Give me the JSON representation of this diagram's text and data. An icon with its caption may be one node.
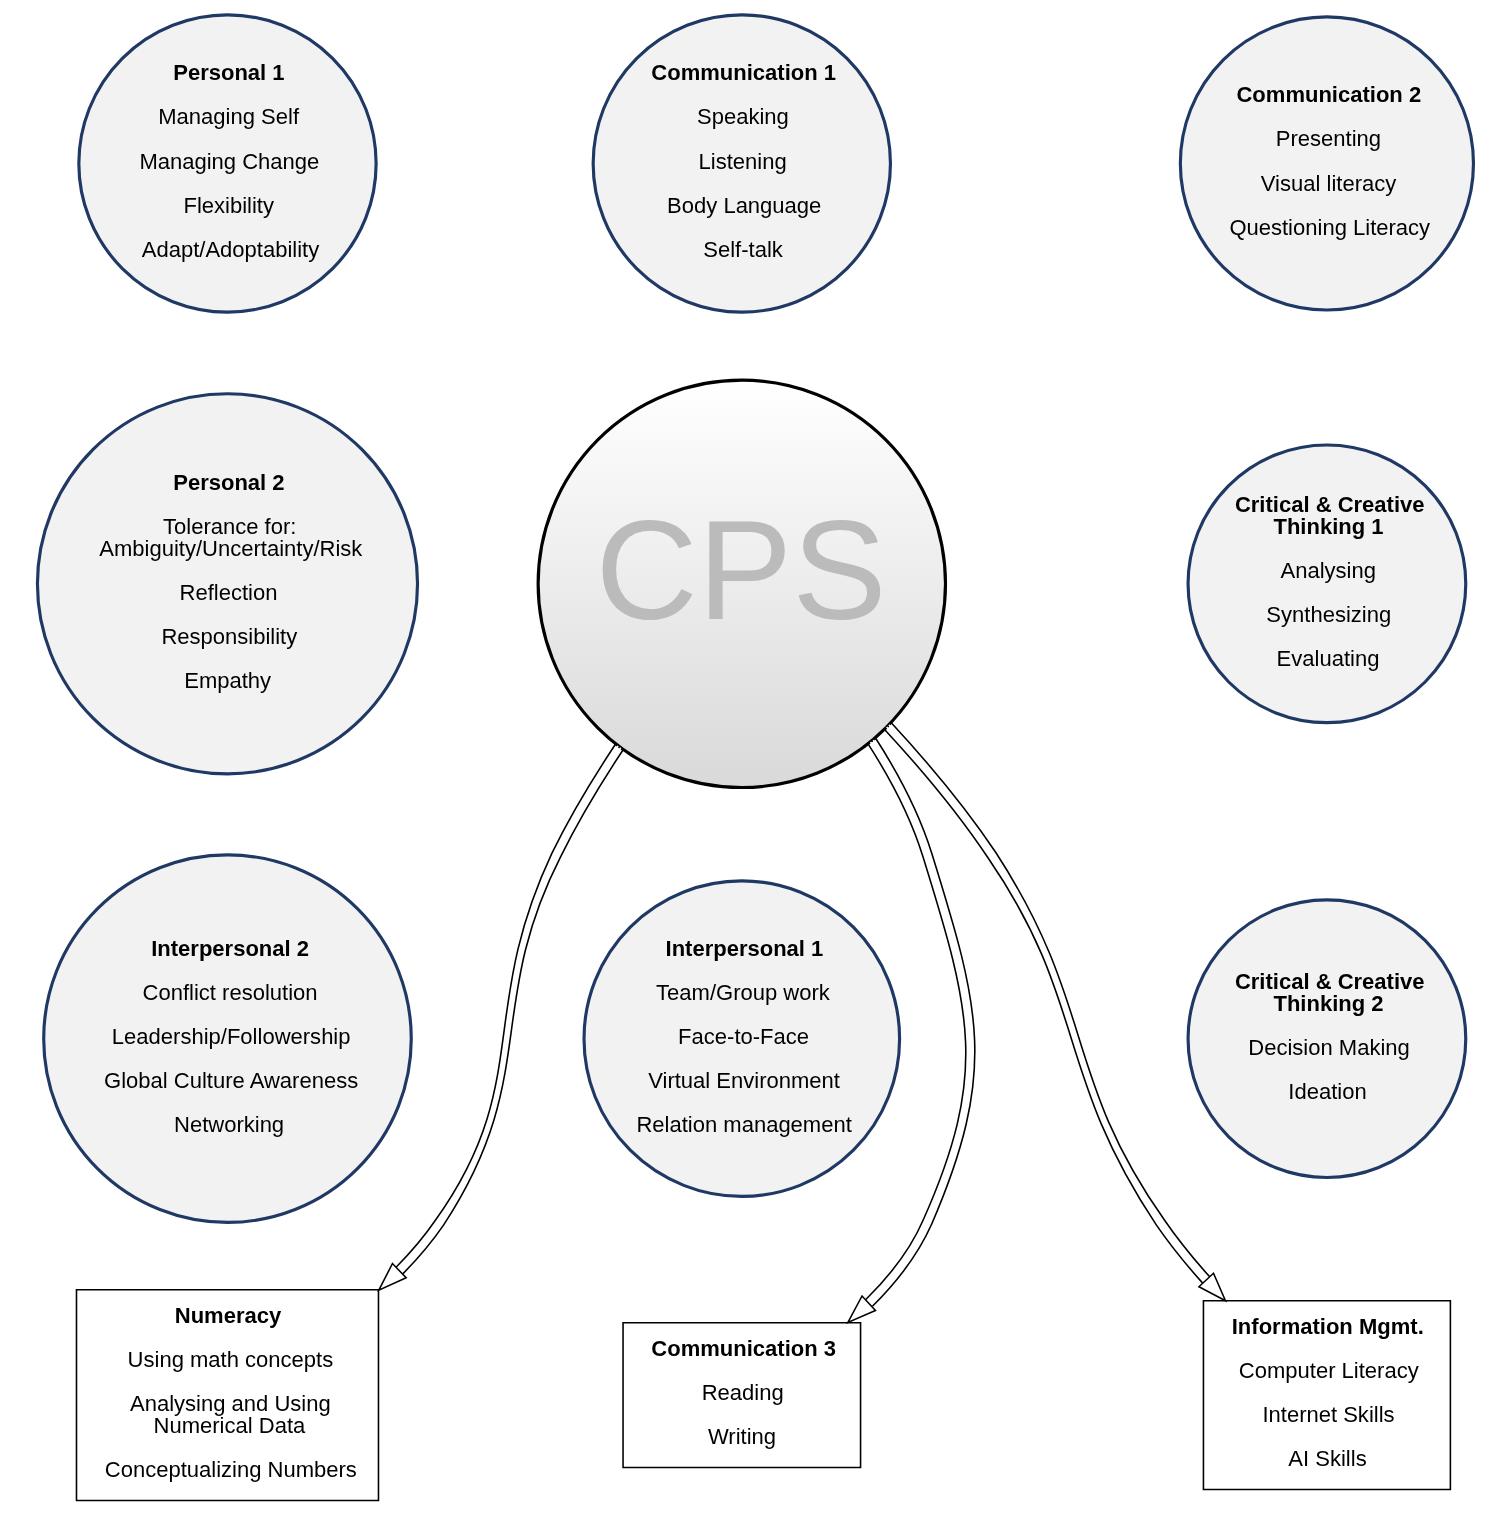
{
  "diagram": {
    "nodes": [
      {
        "text": [
          "CPS"
        ]
      },
      {
        "text": [
          "Communication 1",
          "Speaking",
          "Listening",
          "Body Language",
          "Self-talk"
        ]
      },
      {
        "text": [
          "Communication 2",
          "Presenting",
          "Visual literacy",
          "Questioning Literacy"
        ]
      },
      {
        "text": [
          "Critical & Creative Thinking 1",
          "Analysing",
          "Synthesizing",
          "Evaluating"
        ]
      },
      {
        "text": [
          "Critical & Creative Thinking 2",
          "Decision Making",
          "Ideation"
        ]
      },
      {
        "text": [
          "Interpersonal 1",
          "Team/Group work",
          "Face-to-Face",
          "Virtual Environment",
          "Relation management"
        ]
      },
      {
        "text": [
          "Interpersonal 2",
          "Conflict resolution",
          "Leadership/Followership",
          "Global Culture Awareness",
          "Networking"
        ]
      },
      {
        "text": [
          "Personal 2",
          "Tolerance for: Ambiguity/Uncertainty/Risk",
          "Reflection",
          "Responsibility",
          "Empathy"
        ]
      },
      {
        "text": [
          "Personal 1",
          "Managing Self",
          "Managing Change",
          "Flexibility",
          "Adapt/Adoptability"
        ]
      },
      {
        "text": [
          "Numeracy",
          "Using math concepts",
          "Analysing and Using Numerical Data",
          "Conceptualizing Numbers"
        ]
      },
      {
        "text": [
          "Communication 3",
          "Reading",
          "Writing"
        ]
      },
      {
        "text": [
          "Information Mgmt.",
          "Computer Literacy",
          "Internet Skills",
          "AI Skills"
        ]
      }
    ],
    "edges": [
      {
        "from": 0,
        "to": 9,
        "arrow": "to"
      },
      {
        "from": 0,
        "to": 10,
        "arrow": "to"
      },
      {
        "from": 0,
        "to": 11,
        "arrow": "to"
      }
    ]
  }
}
